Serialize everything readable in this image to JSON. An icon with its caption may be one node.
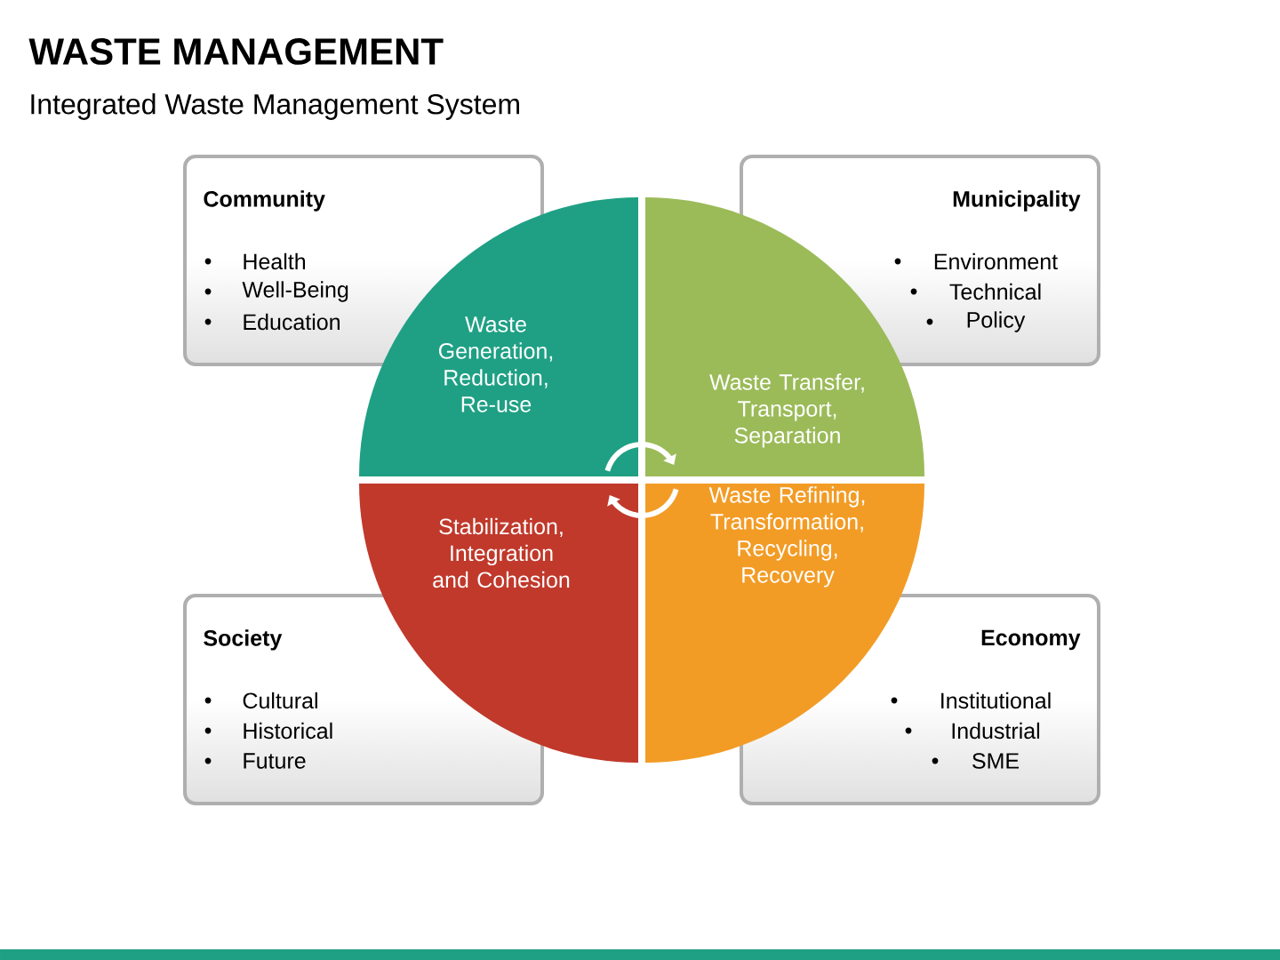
{
  "diagram": {
    "title": "WASTE MANAGEMENT",
    "nodes": [
      {
        "text": [
          "Community",
          "Health",
          "Well-Being",
          "Education"
        ]
      },
      {
        "text": [
          "Municipality",
          "Environment",
          "Technical",
          "Policy"
        ]
      },
      {
        "text": [
          "Society",
          "Cultural",
          "Historical",
          "Future"
        ]
      },
      {
        "text": [
          "Economy",
          "Institutional",
          "Industrial",
          "SME"
        ]
      },
      {
        "text": [
          "Waste Generation, Reduction, Re-use"
        ]
      },
      {
        "text": [
          "Waste Transfer, Transport, Separation"
        ]
      },
      {
        "text": [
          "Stabilization, Integration and Cohesion"
        ]
      },
      {
        "text": [
          "Waste Refining, Transformation, Recycling, Recovery"
        ]
      }
    ],
    "labels": [
      "Integrated Waste Management System"
    ]
  }
}
